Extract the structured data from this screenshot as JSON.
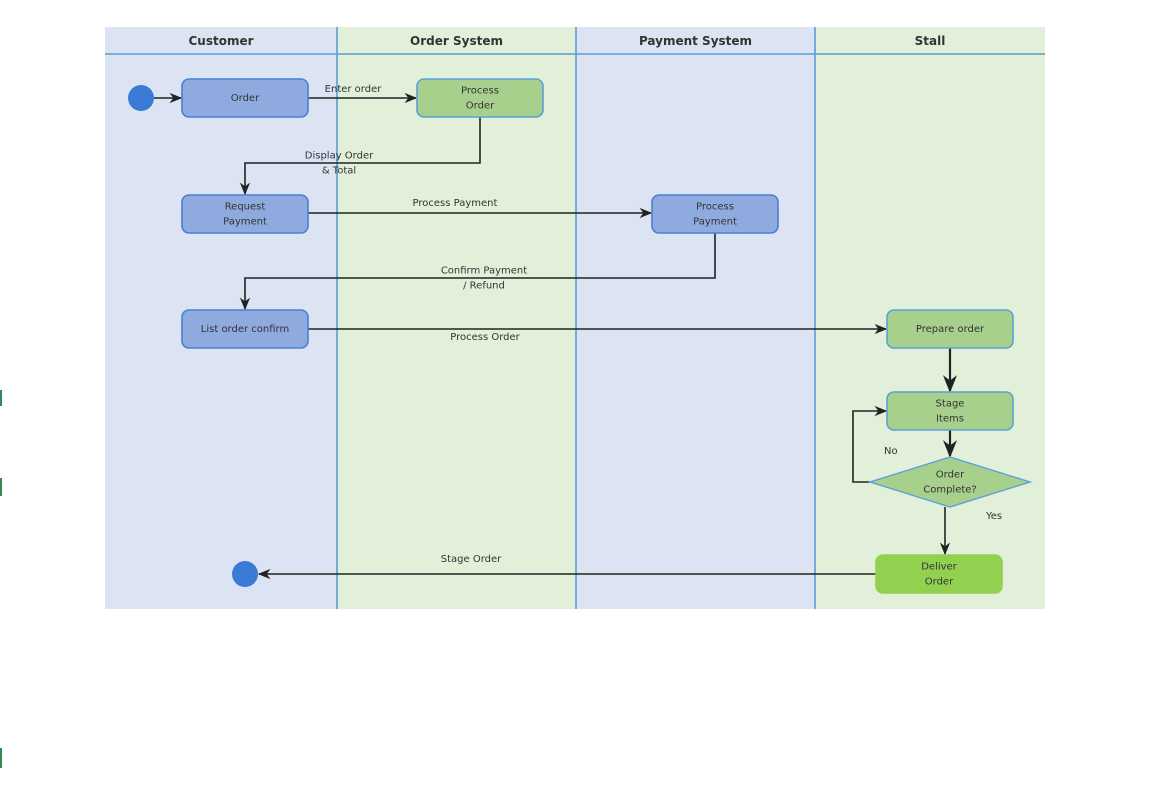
{
  "lanes": [
    {
      "id": "customer",
      "title": "Customer",
      "fill": "#dce4f4"
    },
    {
      "id": "order_system",
      "title": "Order System",
      "fill": "#e2f0da"
    },
    {
      "id": "payment_system",
      "title": "Payment System",
      "fill": "#dce4f4"
    },
    {
      "id": "stall",
      "title": "Stall",
      "fill": "#e2f0da"
    }
  ],
  "nodes": {
    "order": {
      "lines": [
        "Order"
      ]
    },
    "process_order": {
      "lines": [
        "Process",
        "Order"
      ]
    },
    "request_payment": {
      "lines": [
        "Request",
        "Payment"
      ]
    },
    "process_payment": {
      "lines": [
        "Process",
        "Payment"
      ]
    },
    "list_order_confirm": {
      "lines": [
        "List order confirm"
      ]
    },
    "prepare_order": {
      "lines": [
        "Prepare order"
      ]
    },
    "stage_items": {
      "lines": [
        "Stage",
        "Items"
      ]
    },
    "order_complete": {
      "lines": [
        "Order",
        "Complete?"
      ]
    },
    "deliver_order": {
      "lines": [
        "Deliver",
        "Order"
      ]
    }
  },
  "edges": {
    "enter_order": {
      "lines": [
        "Enter order"
      ]
    },
    "display_order": {
      "lines": [
        "Display Order",
        "& Total"
      ]
    },
    "process_payment": {
      "lines": [
        "Process Payment"
      ]
    },
    "confirm_payment": {
      "lines": [
        "Confirm Payment",
        "/ Refund"
      ]
    },
    "process_order": {
      "lines": [
        "Process Order"
      ]
    },
    "no": {
      "lines": [
        "No"
      ]
    },
    "yes": {
      "lines": [
        "Yes"
      ]
    },
    "stage_order": {
      "lines": [
        "Stage Order"
      ]
    }
  },
  "colors": {
    "blue_fill": "#8eaade",
    "blue_stroke": "#4a7fd4",
    "green_fill": "#a8d08d",
    "green_stroke": "#5aa0d8",
    "bright_green_fill": "#92d050",
    "terminal": "#3a7bd5",
    "lane_border": "#5b9bd5",
    "edge": "#222222"
  }
}
